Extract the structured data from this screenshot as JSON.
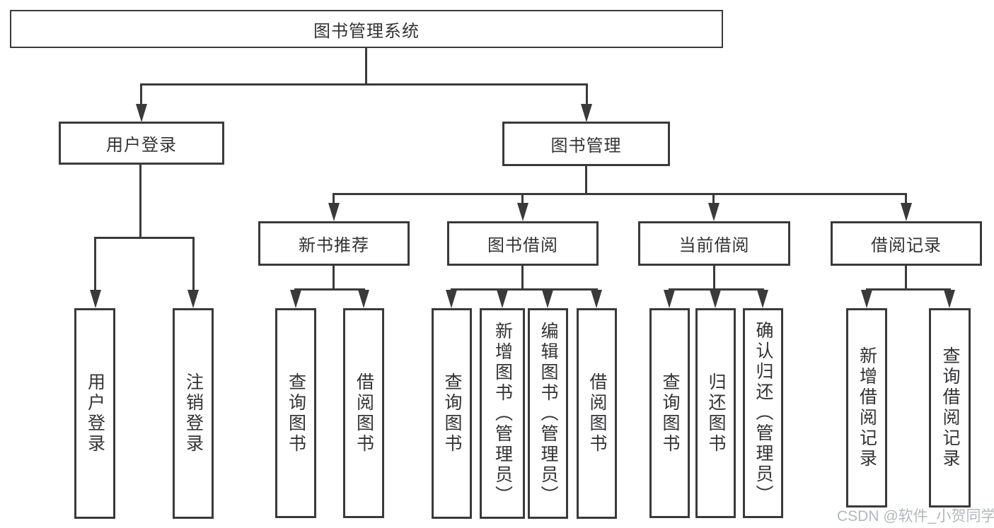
{
  "tree": {
    "root": "图书管理系统",
    "branches": [
      {
        "label": "用户登录",
        "children": [
          "用户登录",
          "注销登录"
        ]
      },
      {
        "label": "图书管理",
        "groups": [
          {
            "label": "新书推荐",
            "children": [
              "查询图书",
              "借阅图书"
            ]
          },
          {
            "label": "图书借阅",
            "children": [
              "查询图书",
              "新增图书（管理员）",
              "编辑图书（管理员）",
              "借阅图书"
            ]
          },
          {
            "label": "当前借阅",
            "children": [
              "查询图书",
              "归还图书",
              "确认归还（管理员）"
            ]
          },
          {
            "label": "借阅记录",
            "children": [
              "新增借阅记录",
              "查询借阅记录"
            ]
          }
        ]
      }
    ]
  },
  "watermark": {
    "text": "CSDN @软件_小贺同学"
  },
  "colors": {
    "line": "#3a3a3a",
    "text": "#333336",
    "watermark": "#b3b7bc",
    "background": "#ffffff"
  }
}
